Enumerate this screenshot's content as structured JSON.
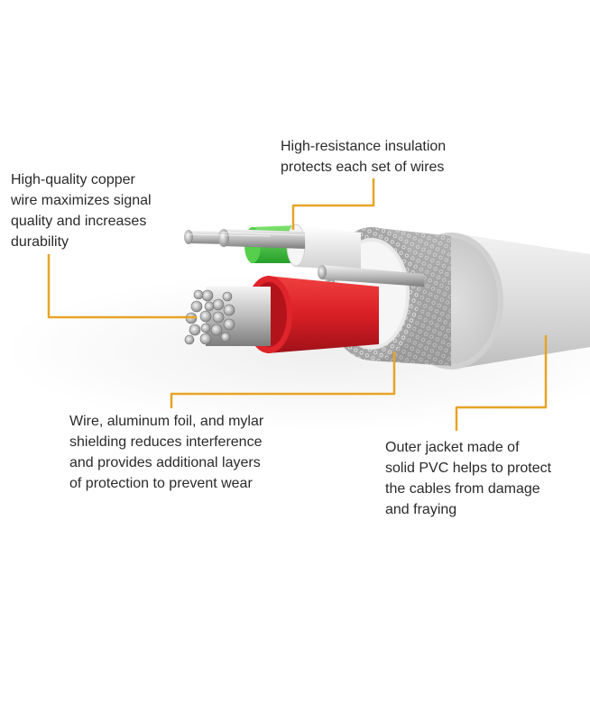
{
  "callouts": {
    "copper": "High-quality copper\nwire maximizes signal\nquality and increases\ndurability",
    "insulation": "High-resistance insulation\nprotects each set of wires",
    "shielding": "Wire, aluminum foil, and mylar\nshielding reduces interference\nand provides additional layers\nof protection to prevent wear",
    "jacket": "Outer jacket made of\nsolid PVC helps to protect\nthe cables from damage\nand fraying"
  },
  "colors": {
    "leader_line": "#E8A326",
    "red_insulation": "#D91F26",
    "green_insulation": "#3CC23A",
    "white_insulation": "#EDEDED",
    "jacket": "#DCDCDC",
    "braid": "#9A9A9A",
    "copper_strand": "#C9C9C9"
  },
  "icons": {
    "cable": "usb-cable-cross-section-icon"
  }
}
